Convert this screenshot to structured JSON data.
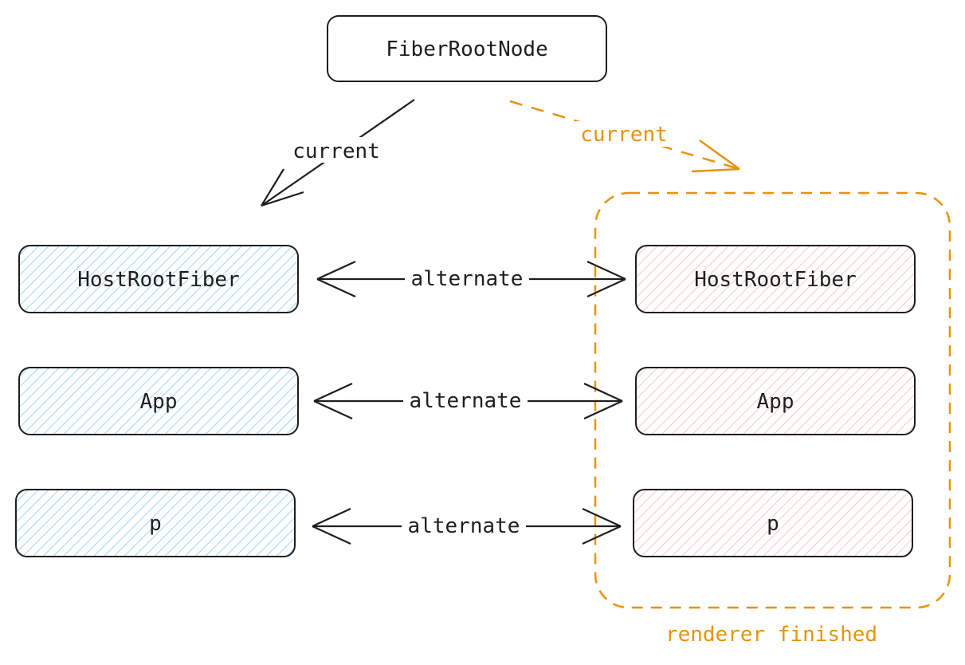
{
  "nodes": {
    "root": {
      "label": "FiberRootNode"
    },
    "left_host": {
      "label": "HostRootFiber"
    },
    "left_app": {
      "label": "App"
    },
    "left_p": {
      "label": "p"
    },
    "right_host": {
      "label": "HostRootFiber"
    },
    "right_app": {
      "label": "App"
    },
    "right_p": {
      "label": "p"
    }
  },
  "edges": {
    "current_left": {
      "label": "current"
    },
    "current_right": {
      "label": "current"
    },
    "alternate_1": {
      "label": "alternate"
    },
    "alternate_2": {
      "label": "alternate"
    },
    "alternate_3": {
      "label": "alternate"
    }
  },
  "group": {
    "label": "renderer finished"
  },
  "colors": {
    "stroke": "#1e1e1e",
    "left_fill": "#a5d8ff",
    "right_fill": "#ffc9c9",
    "highlight": "#e8930c"
  }
}
